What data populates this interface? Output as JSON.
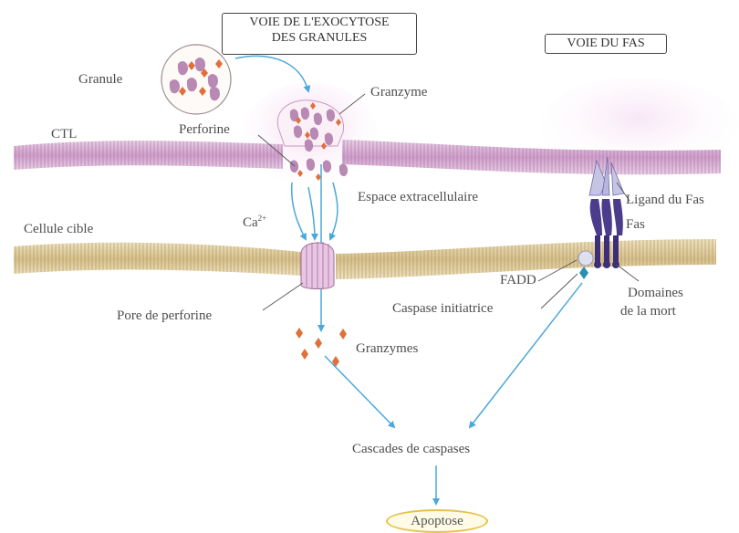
{
  "titles": {
    "exocytose_line1": "VOIE DE L'EXOCYTOSE",
    "exocytose_line2": "DES GRANULES",
    "fas": "VOIE DU FAS"
  },
  "labels": {
    "granule": "Granule",
    "granzyme": "Granzyme",
    "ctl": "CTL",
    "perforine": "Perforine",
    "espace": "Espace extracellulaire",
    "ca": "Ca",
    "ca_sup": "2+",
    "cellule_cible": "Cellule cible",
    "ligand_fas": "Ligand du Fas",
    "fas": "Fas",
    "fadd": "FADD",
    "caspase_initiatrice": "Caspase initiatrice",
    "domaines_line1": "Domaines",
    "domaines_line2": "de la mort",
    "pore": "Pore de perforine",
    "granzymes": "Granzymes",
    "cascades": "Cascades de caspases",
    "apoptose": "Apoptose"
  },
  "colors": {
    "ctl_membrane": "#d9b4d6",
    "target_membrane": "#e0cfa4",
    "granzyme": "#e0703a",
    "perforin": "#b07aa8",
    "arrow": "#4aa8dc",
    "fas_receptor": "#4b3c8c",
    "fas_ligand": "#b8b6dc",
    "fadd": "#dde0ee",
    "caspase": "#2a8fb0",
    "apoptose_border": "#e6c24a"
  }
}
